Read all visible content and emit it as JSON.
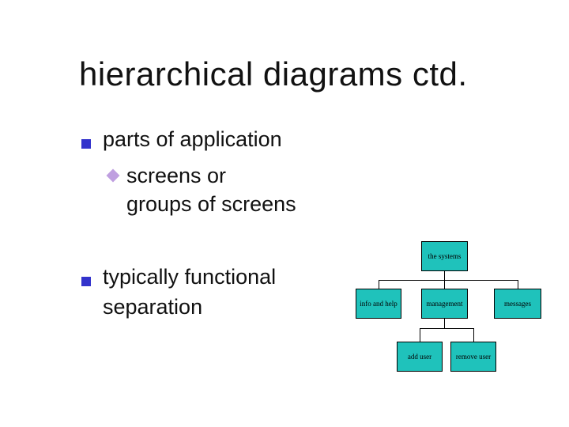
{
  "slide": {
    "title": "hierarchical diagrams ctd.",
    "bullets": [
      {
        "level": 1,
        "marker": "square",
        "text": "parts of application"
      },
      {
        "level": 2,
        "marker": "diamond",
        "lines": [
          "screens or",
          "groups of screens"
        ]
      },
      {
        "level": 1,
        "marker": "square",
        "lines": [
          "typically functional",
          "separation"
        ]
      }
    ]
  },
  "diagram": {
    "nodes": [
      {
        "id": "the-systems",
        "label": "the systems"
      },
      {
        "id": "info-and-help",
        "label": "info and help"
      },
      {
        "id": "management",
        "label": "management"
      },
      {
        "id": "messages",
        "label": "messages"
      },
      {
        "id": "add-user",
        "label": "add user"
      },
      {
        "id": "remove-user",
        "label": "remove user"
      }
    ],
    "edges": [
      {
        "from": "the-systems",
        "to": "info-and-help"
      },
      {
        "from": "the-systems",
        "to": "management"
      },
      {
        "from": "the-systems",
        "to": "messages"
      },
      {
        "from": "management",
        "to": "add-user"
      },
      {
        "from": "management",
        "to": "remove-user"
      }
    ]
  },
  "colors": {
    "background": "#ffffff",
    "text": "#111111",
    "bullet_square": "#3333cc",
    "bullet_diamond": "#bf9fe0",
    "box_fill": "#1fc2bb",
    "box_border": "#000000"
  }
}
